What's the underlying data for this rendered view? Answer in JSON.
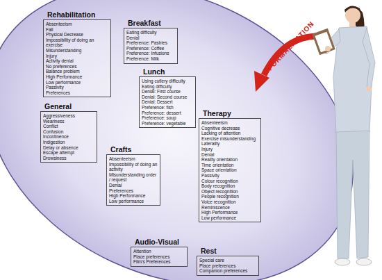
{
  "diagram": {
    "nodes": [
      {
        "text": [
          "Rehabilitation",
          "Absenteeism",
          "Fall",
          "Physical Decrease",
          "Impossibility of doing an exercise",
          "Misunderstanding",
          "Injury",
          "Activity denial",
          "No preferences",
          "Balance problem",
          "High Performance",
          "Low performance",
          "Passivity",
          "Preferences"
        ]
      },
      {
        "text": [
          "Breakfast",
          "Eating difficulty",
          "Denial",
          "Preference: Pastries",
          "Preference: Coffee",
          "Preference: Infusions",
          "Preference: Milk"
        ]
      },
      {
        "text": [
          "Lunch",
          "Using cutlery difficulty",
          "Eating difficulty",
          "Denial: First course",
          "Denial: Second course",
          "Denial: Dessert",
          "Preference: fish",
          "Preference: dessert",
          "Preference: soup",
          "Preference: vegetable"
        ]
      },
      {
        "text": [
          "General",
          "Aggressiveness",
          "Weariness",
          "Conflict",
          "Confusion",
          "Incontinence",
          "Indigestion",
          "Delay or absence",
          "Escape attempt",
          "Drowsiness"
        ]
      },
      {
        "text": [
          "Therapy",
          "Absenteeism",
          "Cognitive decrease",
          "Lacking of attention",
          "Exercise misunderstanding",
          "Laterality",
          "Injury",
          "Denial",
          "Reality orientation",
          "Time orientation",
          "Space orientation",
          "Passivity",
          "Colour recognition",
          "Body recognition",
          "Object recognition",
          "People recognition",
          "Voice recognition",
          "Reminiscence",
          "High Performance",
          "Low performance"
        ]
      },
      {
        "text": [
          "Crafts",
          "Absenteeism",
          "Impossibility of doing an activity",
          "Misunderstanding order / request",
          "Denial",
          "Preferences",
          "High Performance",
          "Low performance"
        ]
      },
      {
        "text": [
          "Audio-Visual",
          "Attention",
          "Place preferences",
          "Film's Preferences"
        ]
      },
      {
        "text": [
          "Rest",
          "Special care",
          "Place preferences",
          "Companion preferences"
        ]
      }
    ],
    "labels": [
      "FORMALIZATION"
    ]
  }
}
